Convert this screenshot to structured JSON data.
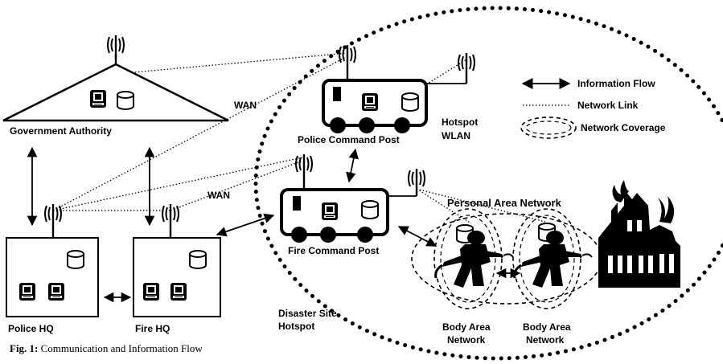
{
  "labels": {
    "government_authority": "Government Authority",
    "police_hq": "Police HQ",
    "fire_hq": "Fire HQ",
    "police_command_post": "Police Command Post",
    "fire_command_post": "Fire Command Post",
    "wan_top": "WAN",
    "wan_mid": "WAN",
    "hotspot_wlan_line1": "Hotspot",
    "hotspot_wlan_line2": "WLAN",
    "personal_area_network": "Personal Area Network",
    "disaster_site_line1": "Disaster Site",
    "disaster_site_line2": "Hotspot",
    "ban_left_line1": "Body Area",
    "ban_left_line2": "Network",
    "ban_right_line1": "Body Area",
    "ban_right_line2": "Network"
  },
  "legend": {
    "information_flow": "Information Flow",
    "network_link": "Network Link",
    "network_coverage": "Network Coverage"
  },
  "caption": {
    "prefix": "Fig. 1:",
    "text": " Communication and Information Flow"
  }
}
